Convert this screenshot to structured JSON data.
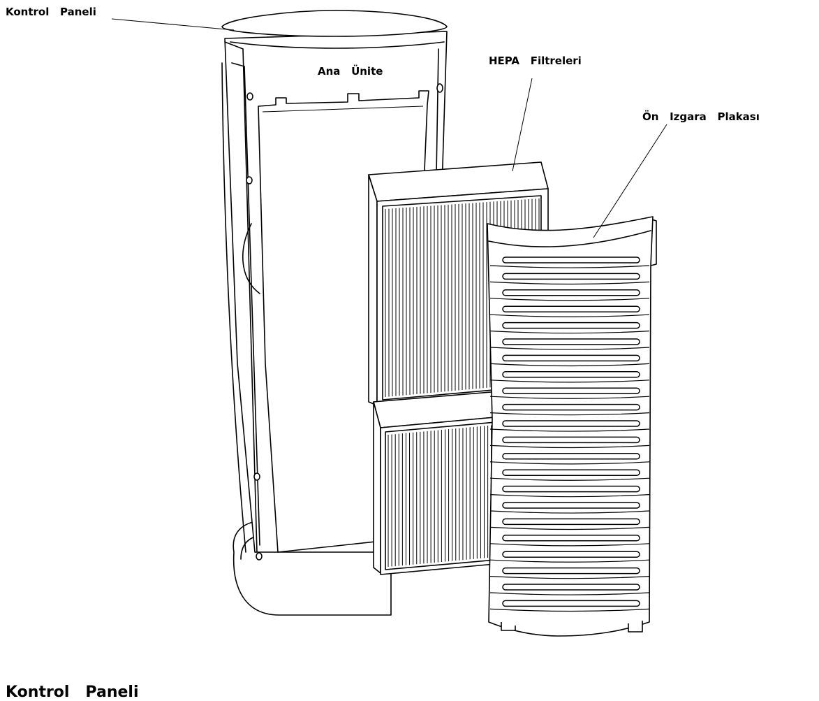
{
  "labels": {
    "control_panel": "Kontrol   Paneli",
    "main_unit": "Ana   Ünite",
    "hepa_filters": "HEPA   Filtreleri",
    "front_grille": "Ön   Izgara   Plakası"
  },
  "section_heading": "Kontrol   Paneli",
  "colors": {
    "line": "#000000",
    "background": "#ffffff"
  }
}
